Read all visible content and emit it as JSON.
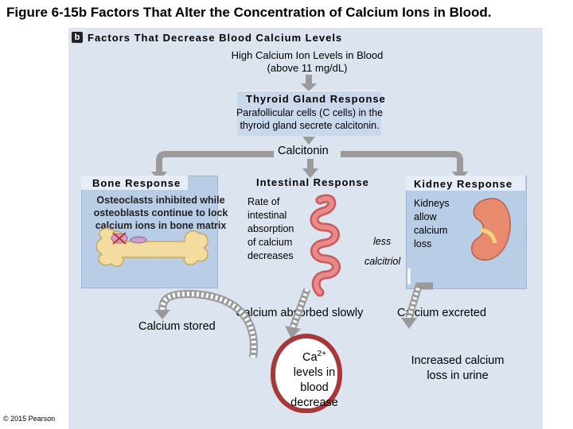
{
  "figure_title": "Figure 6-15b Factors That Alter the Concentration of Calcium Ions in Blood.",
  "panel": {
    "badge": "b",
    "title": "Factors That Decrease Blood Calcium Levels"
  },
  "trigger": {
    "line1": "High Calcium Ion Levels in Blood",
    "line2": "(above 11 mg/dL)"
  },
  "thyroid": {
    "header": "Thyroid Gland Response",
    "line1": "Parafollicular cells (C cells) in the",
    "line2": "thyroid gland secrete calcitonin."
  },
  "hormone": "Calcitonin",
  "bone": {
    "header": "Bone Response",
    "line1": "Osteoclasts inhibited while",
    "line2": "osteoblasts continue to lock",
    "line3": "calcium ions in bone matrix",
    "caption": "Calcium stored"
  },
  "intestine": {
    "header": "Intestinal Response",
    "line1": "Rate of",
    "line2": "intestinal",
    "line3": "absorption",
    "line4": "of calcium",
    "line5": "decreases",
    "less": "less",
    "calcitriol": "calcitriol",
    "caption": "Calcium absorbed slowly"
  },
  "kidney": {
    "header": "Kidney Response",
    "line1": "Kidneys",
    "line2": "allow",
    "line3": "calcium",
    "line4": "loss",
    "caption": "Calcium excreted"
  },
  "outcome": {
    "ca": "Ca",
    "superscript": "2+",
    "line1": "levels in",
    "line2": "blood",
    "line3": "decrease"
  },
  "urine": {
    "line1": "Increased calcium",
    "line2": "loss in urine"
  },
  "copyright": "© 2015 Pearson",
  "colors": {
    "panel_bg": "#dce4ef",
    "sub_panel": "#b9cde6",
    "arrow_gray": "#9a9a9a",
    "blood_red": "#a6383a",
    "bone": "#f3dca0",
    "intestine": "#e07878",
    "kidney": "#e88a6e"
  }
}
